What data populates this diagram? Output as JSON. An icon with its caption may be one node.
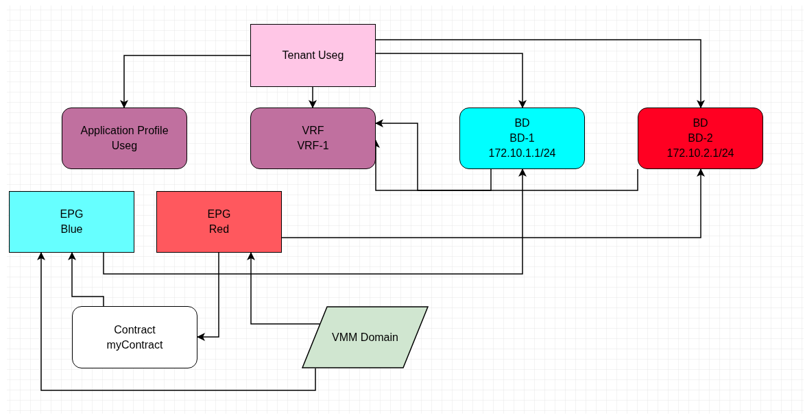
{
  "diagram": {
    "nodes": [
      {
        "text": [
          "Tenant Useg"
        ]
      },
      {
        "text": [
          "Application Profile",
          "Useg"
        ]
      },
      {
        "text": [
          "VRF",
          "VRF-1"
        ]
      },
      {
        "text": [
          "BD",
          "BD-1",
          "172.10.1.1/24"
        ]
      },
      {
        "text": [
          "BD",
          "BD-2",
          "172.10.2.1/24"
        ]
      },
      {
        "text": [
          "EPG",
          "Blue"
        ]
      },
      {
        "text": [
          "EPG",
          "Red"
        ]
      },
      {
        "text": [
          "Contract",
          "myContract"
        ]
      },
      {
        "text": [
          "VMM Domain"
        ]
      }
    ],
    "edges": [
      {
        "from": 0,
        "to": 1,
        "arrow": "to"
      },
      {
        "from": 0,
        "to": 2,
        "arrow": "to"
      },
      {
        "from": 0,
        "to": 3,
        "arrow": "to"
      },
      {
        "from": 0,
        "to": 4,
        "arrow": "to"
      },
      {
        "from": 3,
        "to": 2,
        "arrow": "to"
      },
      {
        "from": 4,
        "to": 2,
        "arrow": "to"
      },
      {
        "from": 6,
        "to": 4,
        "arrow": "to"
      },
      {
        "from": 5,
        "to": 3,
        "arrow": "to"
      },
      {
        "from": 7,
        "to": 5,
        "arrow": "to"
      },
      {
        "from": 6,
        "to": 7,
        "arrow": "to"
      },
      {
        "from": 8,
        "to": 6,
        "arrow": "to"
      },
      {
        "from": 8,
        "to": 5,
        "arrow": "to"
      }
    ]
  }
}
